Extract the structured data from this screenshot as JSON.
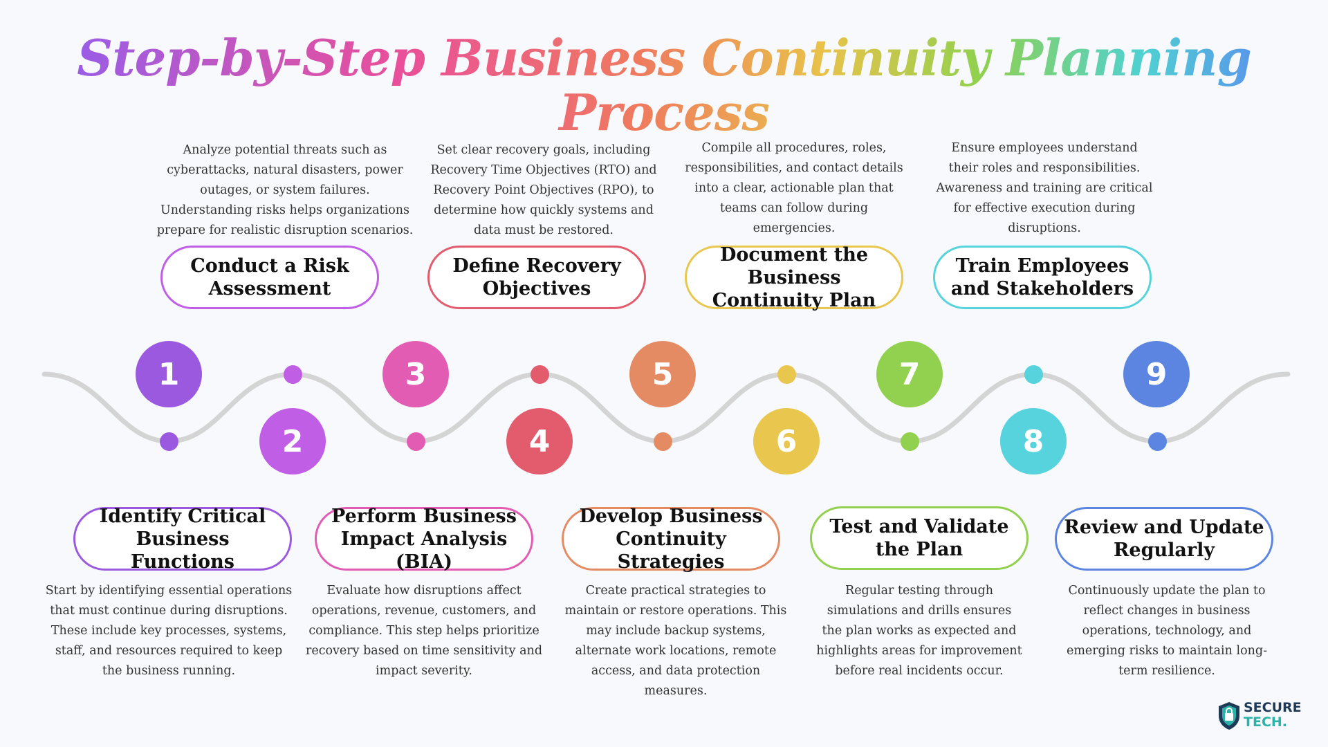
{
  "title": "Step-by-Step Business Continuity Planning Process",
  "steps": [
    {
      "number": "1",
      "title": "Identify Critical Business Functions",
      "description": "Start by identifying essential operations that must continue during disruptions. These include key processes, systems, staff, and resources required to keep the business running.",
      "color": "#9b59e0"
    },
    {
      "number": "2",
      "title": "Conduct a Risk Assessment",
      "description": "Analyze potential threats such as cyberattacks, natural disasters, power outages, or system failures. Understanding risks helps organizations prepare for realistic disruption scenarios.",
      "color": "#c05ee6"
    },
    {
      "number": "3",
      "title": "Perform Business Impact Analysis (BIA)",
      "description": "Evaluate how disruptions affect operations, revenue, customers, and compliance. This step helps prioritize recovery based on time sensitivity and impact severity.",
      "color": "#e35cb3"
    },
    {
      "number": "4",
      "title": "Define Recovery Objectives",
      "description": "Set clear recovery goals, including Recovery Time Objectives (RTO) and Recovery Point Objectives (RPO), to determine how quickly systems and data must be restored.",
      "color": "#e25c6e"
    },
    {
      "number": "5",
      "title": "Develop Business Continuity Strategies",
      "description": "Create practical strategies to maintain or restore operations. This may include backup systems, alternate work locations, remote access, and data protection measures.",
      "color": "#e58b63"
    },
    {
      "number": "6",
      "title": "Document the Business Continuity Plan",
      "description": "Compile all procedures, roles, responsibilities, and contact details into a clear, actionable plan that teams can follow during emergencies.",
      "color": "#e9c74f"
    },
    {
      "number": "7",
      "title": "Test and Validate the Plan",
      "description": "Regular testing through simulations and drills ensures the plan works as expected and highlights areas for improvement before real incidents occur.",
      "color": "#92d04f"
    },
    {
      "number": "8",
      "title": "Train Employees and Stakeholders",
      "description": "Ensure employees understand their roles and responsibilities. Awareness and training are critical for effective execution during disruptions.",
      "color": "#56d3dc"
    },
    {
      "number": "9",
      "title": "Review and Update Regularly",
      "description": "Continuously update the plan to reflect changes in business operations, technology, and emerging risks to maintain long-term resilience.",
      "color": "#5b85e0"
    }
  ],
  "logo": {
    "line1": "SECURE",
    "line2": "TECH.",
    "icon": "shield-icon"
  }
}
